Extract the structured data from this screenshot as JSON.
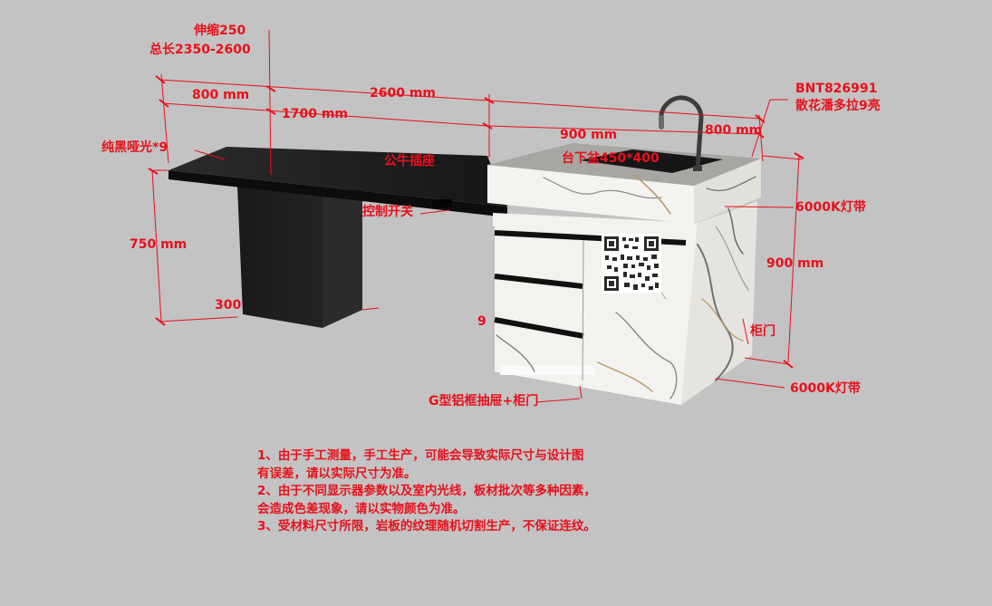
{
  "colors": {
    "background": "#c3c3c3",
    "annotation": "#e8101c",
    "table_black": "#1b1b1b",
    "marble": "#f1f0ec"
  },
  "icons": [
    "qr-code-icon",
    "faucet-icon"
  ],
  "labels": {
    "extend": "伸缩250",
    "total_length": "总长2350-2600",
    "dim_800_left": "800 mm",
    "dim_2600": "2600 mm",
    "dim_1700": "1700 mm",
    "dim_900_top": "900 mm",
    "dim_800_right": "800 mm",
    "model": "BNT826991",
    "faucet": "散花潘多拉9亮",
    "finish": "纯黑哑光*9",
    "top_mount": "公牛插座",
    "sink": "台下盆450*400",
    "control_switch": "控制开关",
    "light_strip_top": "6000K灯带",
    "dim_750": "750 mm",
    "dim_900_right": "900 mm",
    "dim_300": "300",
    "mark_9": "9",
    "door": "柜门",
    "light_strip_bottom": "6000K灯带",
    "drawer": "G型铝框抽屉+柜门"
  },
  "notes": [
    "1、由于手工测量，手工生产，可能会导致实际尺寸与设计图",
    "有误差，请以实际尺寸为准。",
    "2、由于不同显示器参数以及室内光线，板材批次等多种因素，",
    "会造成色差现象，请以实物颜色为准。",
    "3、受材料尺寸所限，岩板的纹理随机切割生产，不保证连纹。"
  ]
}
